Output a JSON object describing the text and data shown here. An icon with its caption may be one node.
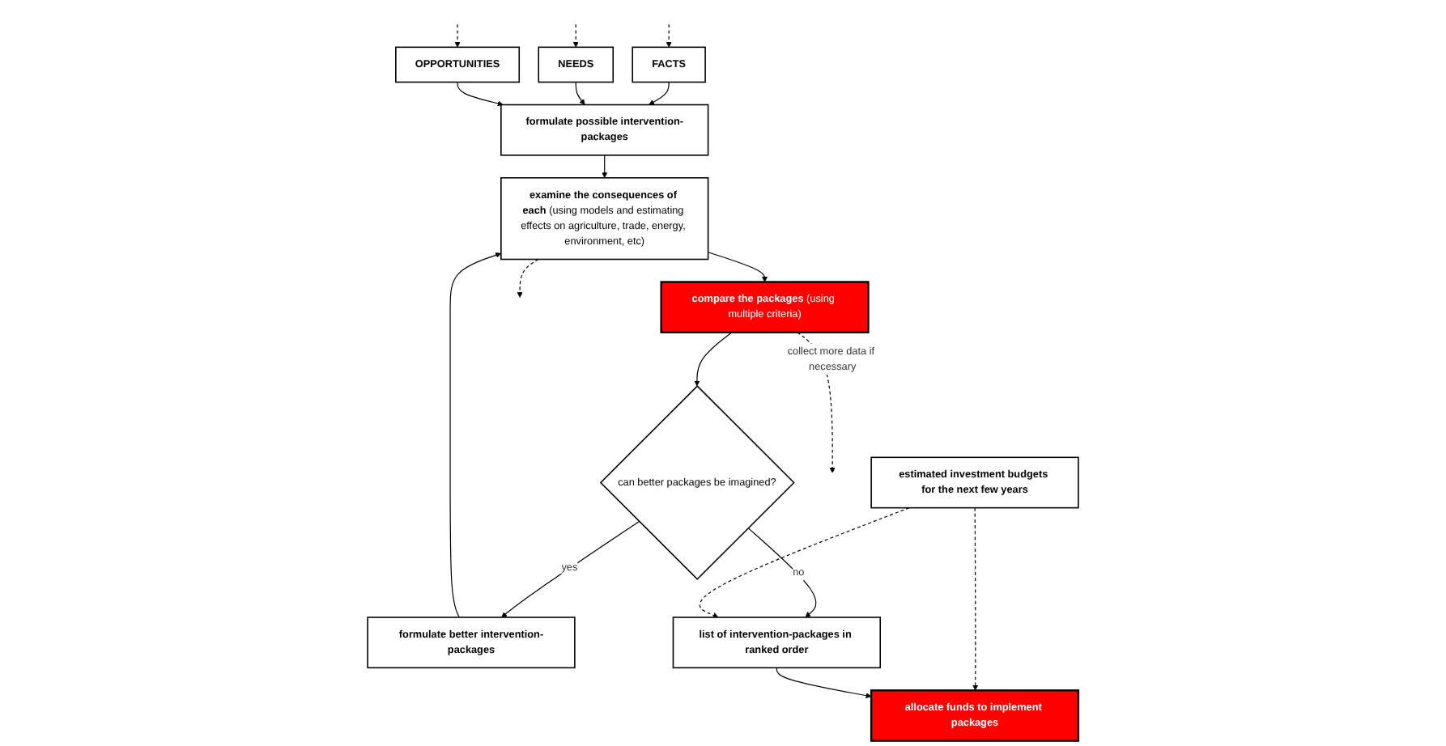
{
  "diagram": {
    "nodes": [
      {
        "text": [
          "FACTS"
        ]
      },
      {
        "text": [
          "NEEDS"
        ]
      },
      {
        "text": [
          "OPPORTUNITIES"
        ]
      },
      {
        "text": [
          "formulate possible intervention-packages"
        ]
      },
      {
        "text": [
          "**examine the consequences of each** (using models and estimating effects on agriculture, trade, energy, environment, etc)"
        ]
      },
      {
        "text": [
          "**compare the packages** (using multiple criteria)"
        ]
      },
      {
        "text": [
          "can better packages be imagined?"
        ]
      },
      {
        "text": [
          "formulate better intervention-packages"
        ]
      },
      {
        "text": [
          "list of intervention-packages in ranked order"
        ]
      },
      {
        "text": [
          "estimated investment budgets for the next few years"
        ]
      },
      {
        "text": [
          "allocate funds to implement packages"
        ]
      }
    ],
    "edges": [
      {
        "from": null,
        "to": 0,
        "arrow": "to",
        "style": "dashed"
      },
      {
        "from": null,
        "to": 1,
        "arrow": "to",
        "style": "dashed"
      },
      {
        "from": null,
        "to": 2,
        "arrow": "to",
        "style": "dashed"
      },
      {
        "from": 0,
        "to": 3,
        "arrow": "to"
      },
      {
        "from": 1,
        "to": 3,
        "arrow": "to"
      },
      {
        "from": 2,
        "to": 3,
        "arrow": "to"
      },
      {
        "from": 3,
        "to": 4,
        "arrow": "to"
      },
      {
        "from": 4,
        "to": null,
        "arrow": "to",
        "style": "dashed"
      },
      {
        "from": 4,
        "to": 5,
        "arrow": "to"
      },
      {
        "from": 5,
        "to": null,
        "arrow": "to",
        "style": "dashed",
        "label": "collect more data if necessary"
      },
      {
        "from": 5,
        "to": 6,
        "arrow": "to"
      },
      {
        "from": 6,
        "to": 7,
        "arrow": "to",
        "label": "yes"
      },
      {
        "from": 7,
        "to": 4,
        "arrow": "to"
      },
      {
        "from": 6,
        "to": 8,
        "arrow": "to",
        "label": "no"
      },
      {
        "from": 9,
        "to": 8,
        "arrow": "to",
        "style": "dashed"
      },
      {
        "from": 9,
        "to": 10,
        "arrow": "to",
        "style": "dashed"
      },
      {
        "from": 8,
        "to": 10,
        "arrow": "to"
      }
    ]
  }
}
